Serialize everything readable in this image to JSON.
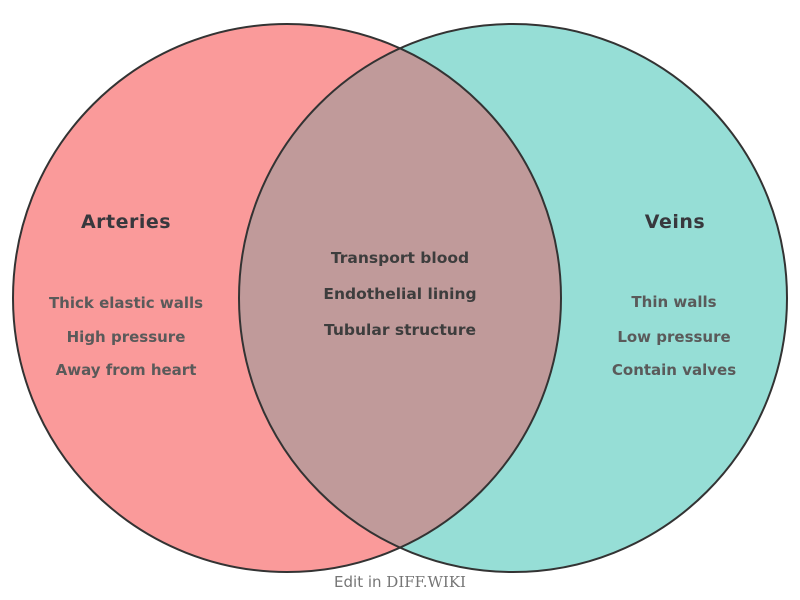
{
  "diagram": {
    "left": {
      "title": "Arteries",
      "items": [
        "Thick elastic walls",
        "High pressure",
        "Away from heart"
      ]
    },
    "right": {
      "title": "Veins",
      "items": [
        "Thin walls",
        "Low pressure",
        "Contain valves"
      ]
    },
    "intersection": {
      "items": [
        "Transport blood",
        "Endothelial lining",
        "Tubular structure"
      ]
    },
    "colors": {
      "left_fill": "#FA9A9A",
      "right_fill": "#96DED6",
      "overlap_fill": "#C09A9A",
      "stroke": "#333333"
    }
  },
  "footer": {
    "prefix": "Edit in ",
    "brand": "DIFF.WIKI"
  }
}
